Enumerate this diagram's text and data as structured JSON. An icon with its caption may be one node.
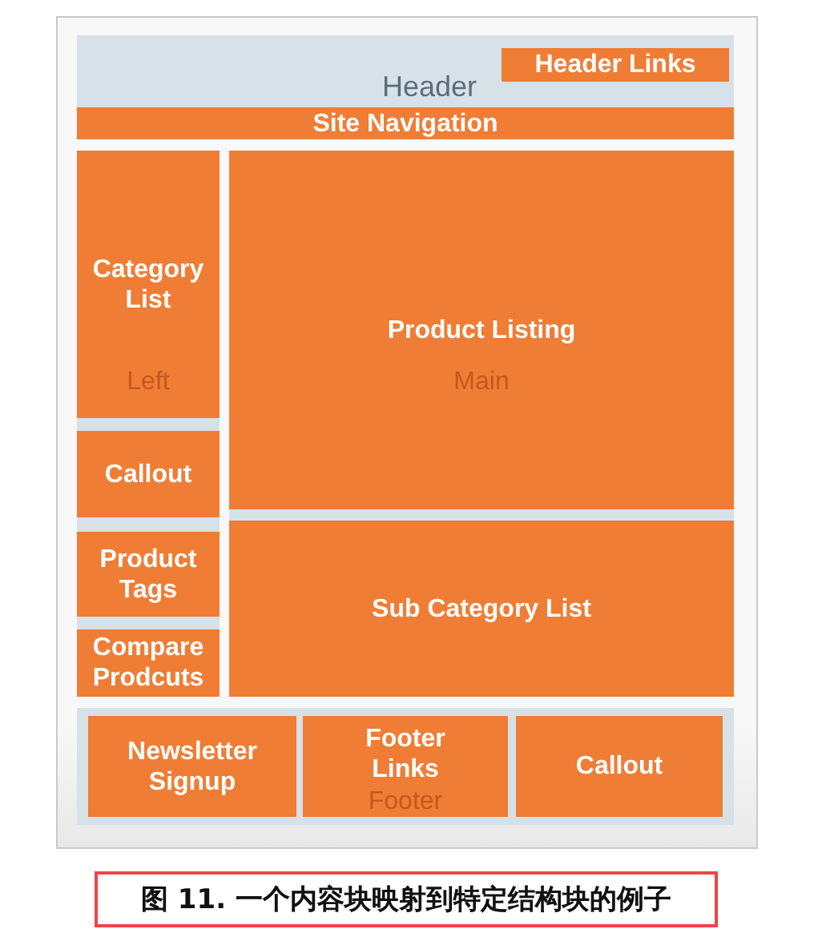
{
  "diagram": {
    "caption": "图 11. 一个内容块映射到特定结构块的例子",
    "nodes": [
      {
        "text": [
          "Header"
        ]
      },
      {
        "text": [
          "Header Links"
        ],
        "in": 0
      },
      {
        "text": [
          "Site Navigation"
        ]
      },
      {
        "text": [],
        "shape": "box"
      },
      {
        "text": [
          "Category List",
          "Left"
        ],
        "in": 3
      },
      {
        "text": [
          "Callout"
        ],
        "in": 3
      },
      {
        "text": [
          "Product Tags"
        ],
        "in": 3
      },
      {
        "text": [
          "Compare Prodcuts"
        ],
        "in": 3
      },
      {
        "text": [],
        "shape": "box"
      },
      {
        "text": [
          "Product Listing",
          "Main"
        ],
        "in": 8
      },
      {
        "text": [
          "Sub Category List"
        ],
        "in": 8
      },
      {
        "text": [],
        "shape": "box"
      },
      {
        "text": [
          "Newsletter Signup"
        ],
        "in": 11
      },
      {
        "text": [
          "Footer Links",
          "Footer"
        ],
        "in": 11
      },
      {
        "text": [
          "Callout"
        ],
        "in": 11
      }
    ]
  }
}
